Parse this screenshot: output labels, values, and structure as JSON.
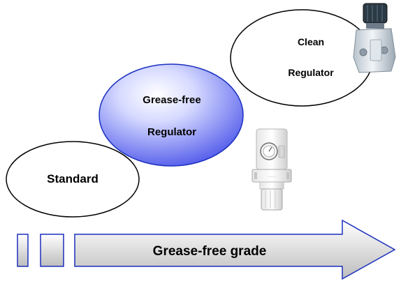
{
  "bubbles": {
    "standard": {
      "line1": "Standard"
    },
    "grease_free": {
      "line1": "Grease-free",
      "line2": "Regulator"
    },
    "clean": {
      "line1": "Clean",
      "line2": "Regulator"
    }
  },
  "arrow": {
    "label": "Grease-free grade"
  },
  "colors": {
    "outline_dark": "#000000",
    "outline_blue": "#1a2fbf",
    "bubble_blue_light": "#ffffff",
    "bubble_blue_dark": "#5a63ee",
    "arrow_light": "#ffffff",
    "arrow_dark": "#c8c8c8"
  },
  "images": {
    "grease_free_regulator": "grease-free-regulator-photo",
    "clean_regulator": "clean-regulator-photo"
  }
}
